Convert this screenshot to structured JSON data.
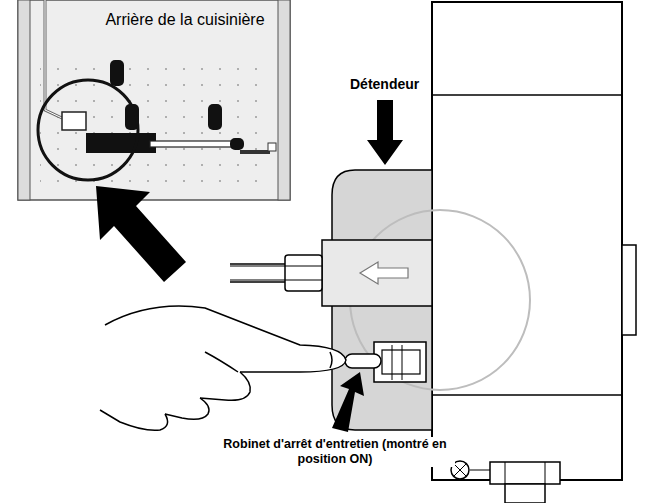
{
  "diagram": {
    "labels": [
      "Arrière de la cuisinière",
      "Détendeur",
      "Robinet d'arrêt d'entretien (montré en position ON)"
    ]
  }
}
